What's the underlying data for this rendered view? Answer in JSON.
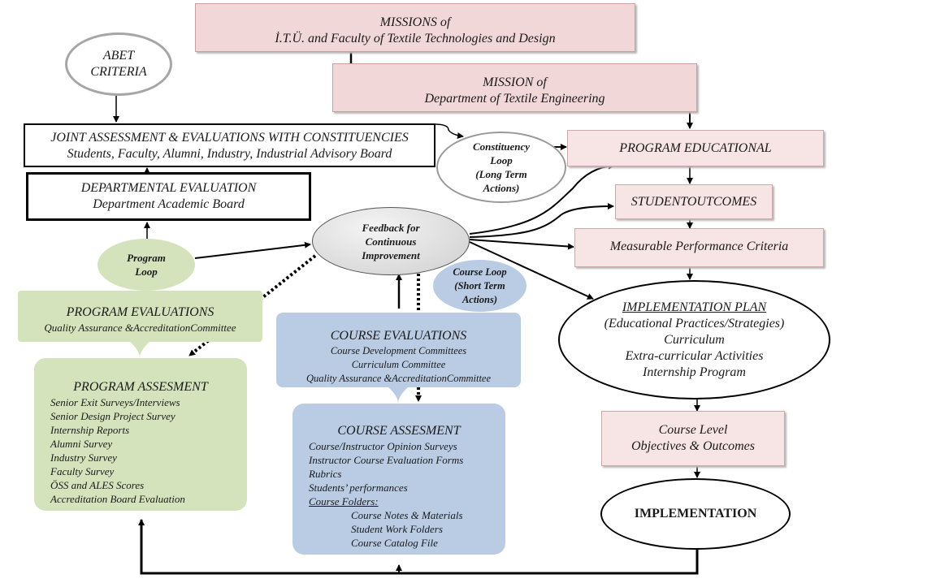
{
  "missions_itu": {
    "line1": "MISSIONS of",
    "line2": "İ.T.Ü. and Faculty of Textile Technologies and Design"
  },
  "mission_dept": {
    "line1": "MISSION of",
    "line2": "Department of Textile Engineering"
  },
  "abet": {
    "line1": "ABET",
    "line2": "CRITERIA"
  },
  "joint": {
    "line1": "JOINT ASSESSMENT & EVALUATIONS WITH CONSTITUENCIES",
    "line2": "Students, Faculty, Alumni, Industry, Industrial Advisory Board"
  },
  "departmental": {
    "line1": "DEPARTMENTAL EVALUATION",
    "line2": "Department Academic Board"
  },
  "constituency_loop": {
    "line1": "Constituency",
    "line2": "Loop",
    "line3": "(Long Term",
    "line4": "Actions)"
  },
  "feedback": {
    "line1": "Feedback for",
    "line2": "Continuous",
    "line3": "Improvement"
  },
  "program_loop": {
    "line1": "Program",
    "line2": "Loop"
  },
  "course_loop": {
    "line1": "Course Loop",
    "line2": "(Short Term",
    "line3": "Actions)"
  },
  "program_educational": "PROGRAM EDUCATIONAL",
  "student_outcomes": "STUDENTOUTCOMES",
  "measurable": "Measurable Performance Criteria",
  "implementation_plan": {
    "title": "IMPLEMENTATION PLAN",
    "lines": [
      "(Educational Practices/Strategies)",
      "Curriculum",
      "Extra-curricular Activities",
      "Internship Program"
    ]
  },
  "course_level": {
    "line1": "Course Level",
    "line2": "Objectives & Outcomes"
  },
  "implementation": "IMPLEMENTATION",
  "program_evaluations": {
    "title": "PROGRAM EVALUATIONS",
    "sub": "Quality Assurance &AccreditationCommittee"
  },
  "program_assessment": {
    "title": "PROGRAM ASSESMENT",
    "items": [
      "Senior Exit Surveys/Interviews",
      "Senior Design Project Survey",
      "Internship Reports",
      "Alumni Survey",
      "Industry Survey",
      "Faculty Survey",
      "ÖSS and ALES Scores",
      "Accreditation Board Evaluation"
    ]
  },
  "course_evaluations": {
    "title": "COURSE EVALUATIONS",
    "lines": [
      "Course Development Committees",
      "Curriculum Committee",
      "Quality Assurance &AccreditationCommittee"
    ]
  },
  "course_assessment": {
    "title": "COURSE ASSESMENT",
    "items": [
      "Course/Instructor Opinion Surveys",
      "Instructor Course Evaluation Forms",
      "Rubrics",
      "Students’ performances"
    ],
    "folders_label": "Course Folders:",
    "folders": [
      "Course Notes & Materials",
      "Student Work Folders",
      "Course Catalog File"
    ]
  }
}
